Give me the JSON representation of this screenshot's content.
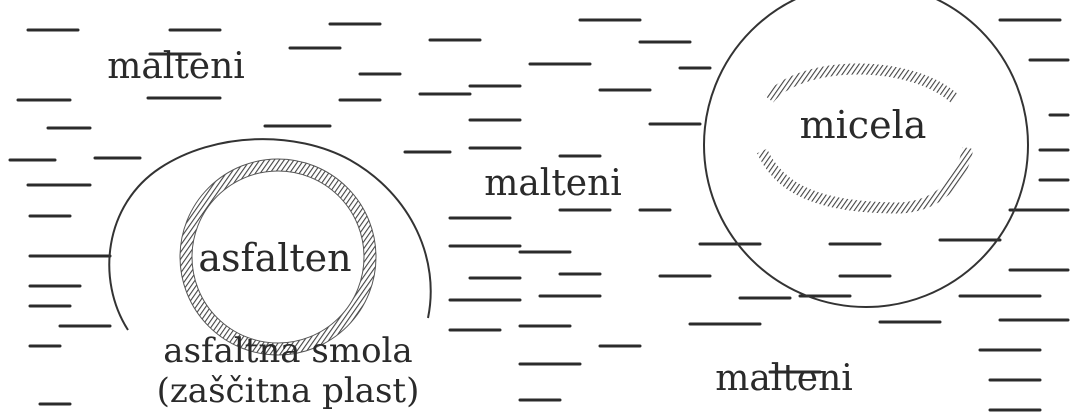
{
  "labels": {
    "malteni_top_left": "malteni",
    "malteni_center": "malteni",
    "malteni_bottom_right": "malteni",
    "asfalten": "asfalten",
    "micela": "micela",
    "asfaltna_smola": "asfaltna smola",
    "zascitna_plast": "(zaščitna plast)"
  },
  "colors": {
    "ink": "#2a2a2a",
    "hatch": "#444444",
    "background": "#ffffff"
  }
}
